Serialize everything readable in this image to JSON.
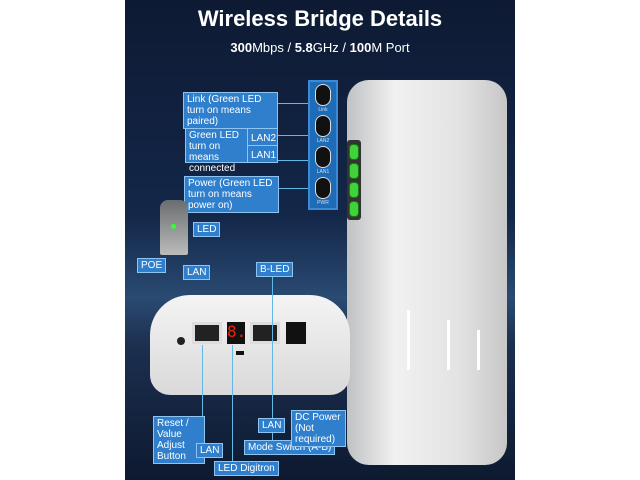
{
  "title": "Wireless Bridge Details",
  "subtitle": {
    "speed": "300",
    "speed_unit": "Mbps / ",
    "freq": "5.8",
    "freq_unit": "GHz / ",
    "port": "100",
    "port_unit": "M Port"
  },
  "panel_leds": [
    "Link",
    "LAN2",
    "LAN1",
    "PWR"
  ],
  "labels": {
    "link": "Link (Green LED turn on means paired)",
    "green_led": "Green LED turn on means connected",
    "lan2": "LAN2",
    "lan1": "LAN1",
    "power": "Power (Green LED turn on means power on)",
    "poe_led": "LED",
    "poe": "POE",
    "poe_lan": "LAN",
    "b_led": "B-LED",
    "reset": "Reset / Value Adjust Button",
    "lan_left": "LAN",
    "led_digitron": "LED Digitron",
    "mode_switch": "Mode Switch (A-B)",
    "lan_right": "LAN",
    "dc_power": "DC Power (Not required)"
  },
  "digitron_value": "8."
}
